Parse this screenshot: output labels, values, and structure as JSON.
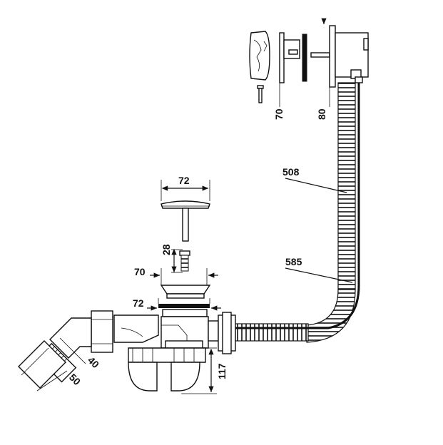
{
  "dimensions": {
    "overflow_cover_depth": "70",
    "overflow_body_depth": "80",
    "hose_length_outer": "508",
    "hose_length_inner": "585",
    "plug_diameter": "72",
    "plug_stem_length": "28",
    "strainer_diameter": "70",
    "waste_outlet_diameter": "72",
    "trap_height": "117",
    "outlet_diameter_inner": "40",
    "outlet_diameter_outer": "50"
  }
}
